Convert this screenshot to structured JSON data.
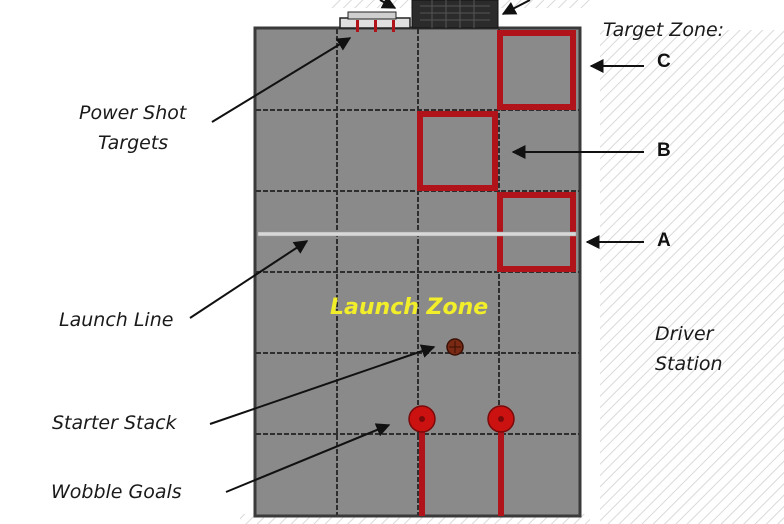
{
  "labels": {
    "power_shot_line1": "Power Shot",
    "power_shot_line2": "Targets",
    "launch_line": "Launch Line",
    "starter_stack": "Starter Stack",
    "wobble_goals": "Wobble Goals",
    "target_zone": "Target Zone:",
    "zone_c": "C",
    "zone_b": "B",
    "zone_a": "A",
    "launch_zone": "Launch Zone",
    "driver_line1": "Driver",
    "driver_line2": "Station"
  },
  "colors": {
    "field": "#8a8a8a",
    "tile_seam": "#2e2e2e",
    "zone_red": "#b0141a",
    "launch_line": "#d8d8d8",
    "launch_zone_text": "#f2ee2a",
    "wobble_red": "#cc1111",
    "starter_stack": "#7a2a14"
  }
}
